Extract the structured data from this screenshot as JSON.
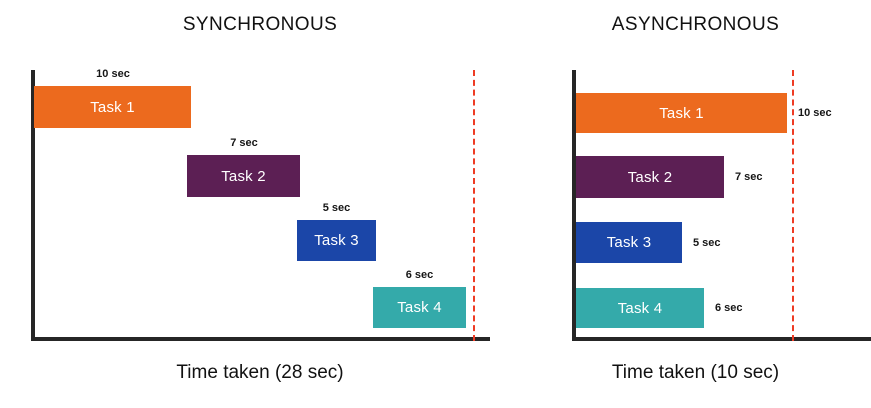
{
  "figure": {
    "title": "",
    "background": "#ffffff"
  },
  "colors": {
    "task1": "#EC6A1E",
    "task2": "#5C1F54",
    "task3": "#1B46A8",
    "task4": "#34AAAA",
    "axis": "#262626",
    "deadline": "#ee3b24",
    "label_text": "#ffffff",
    "duration_text": "#161616"
  },
  "panels": [
    {
      "id": "sync",
      "title": "SYNCHRONOUS",
      "axis_label": "Time taken (28 sec)",
      "total_seconds": 28,
      "deadline_marker": true,
      "bars": [
        {
          "label": "Task 1",
          "duration": "10 sec",
          "seconds": 10,
          "color": "#EC6A1E",
          "duration_position": "above"
        },
        {
          "label": "Task 2",
          "duration": "7 sec",
          "seconds": 7,
          "color": "#5C1F54",
          "duration_position": "above"
        },
        {
          "label": "Task 3",
          "duration": "5 sec",
          "seconds": 5,
          "color": "#1B46A8",
          "duration_position": "above"
        },
        {
          "label": "Task 4",
          "duration": "6 sec",
          "seconds": 6,
          "color": "#34AAAA",
          "duration_position": "above"
        }
      ]
    },
    {
      "id": "async",
      "title": "ASYNCHRONOUS",
      "axis_label": "Time taken (10 sec)",
      "total_seconds": 10,
      "deadline_marker": true,
      "bars": [
        {
          "label": "Task 1",
          "duration": "10 sec",
          "seconds": 10,
          "color": "#EC6A1E",
          "duration_position": "right"
        },
        {
          "label": "Task 2",
          "duration": "7 sec",
          "seconds": 7,
          "color": "#5C1F54",
          "duration_position": "right"
        },
        {
          "label": "Task 3",
          "duration": "5 sec",
          "seconds": 5,
          "color": "#1B46A8",
          "duration_position": "right"
        },
        {
          "label": "Task 4",
          "duration": "6 sec",
          "seconds": 6,
          "color": "#34AAAA",
          "duration_position": "right"
        }
      ]
    }
  ],
  "chart_data": {
    "type": "bar",
    "title": "Synchronous vs Asynchronous task execution (Gantt)",
    "orientation": "horizontal",
    "charts": [
      {
        "title": "SYNCHRONOUS",
        "xlabel": "Time taken (28 sec)",
        "ylabel": "",
        "xlim": [
          0,
          28
        ],
        "grid": false,
        "legend": "none",
        "categories": [
          "Task 1",
          "Task 2",
          "Task 3",
          "Task 4"
        ],
        "values": [
          10,
          7,
          5,
          6
        ],
        "starts": [
          0,
          10,
          17,
          22
        ],
        "ends": [
          10,
          17,
          22,
          28
        ],
        "data_labels": [
          "10 sec",
          "7 sec",
          "5 sec",
          "6 sec"
        ],
        "annotations": [
          {
            "type": "vline",
            "value": 28,
            "style": "dashed",
            "color": "#ee3b24"
          }
        ]
      },
      {
        "title": "ASYNCHRONOUS",
        "xlabel": "Time taken (10 sec)",
        "ylabel": "",
        "xlim": [
          0,
          10
        ],
        "grid": false,
        "legend": "none",
        "categories": [
          "Task 1",
          "Task 2",
          "Task 3",
          "Task 4"
        ],
        "values": [
          10,
          7,
          5,
          6
        ],
        "starts": [
          0,
          0,
          0,
          0
        ],
        "ends": [
          10,
          7,
          5,
          6
        ],
        "data_labels": [
          "10 sec",
          "7 sec",
          "5 sec",
          "6 sec"
        ],
        "annotations": [
          {
            "type": "vline",
            "value": 10,
            "style": "dashed",
            "color": "#ee3b24"
          }
        ]
      }
    ]
  }
}
